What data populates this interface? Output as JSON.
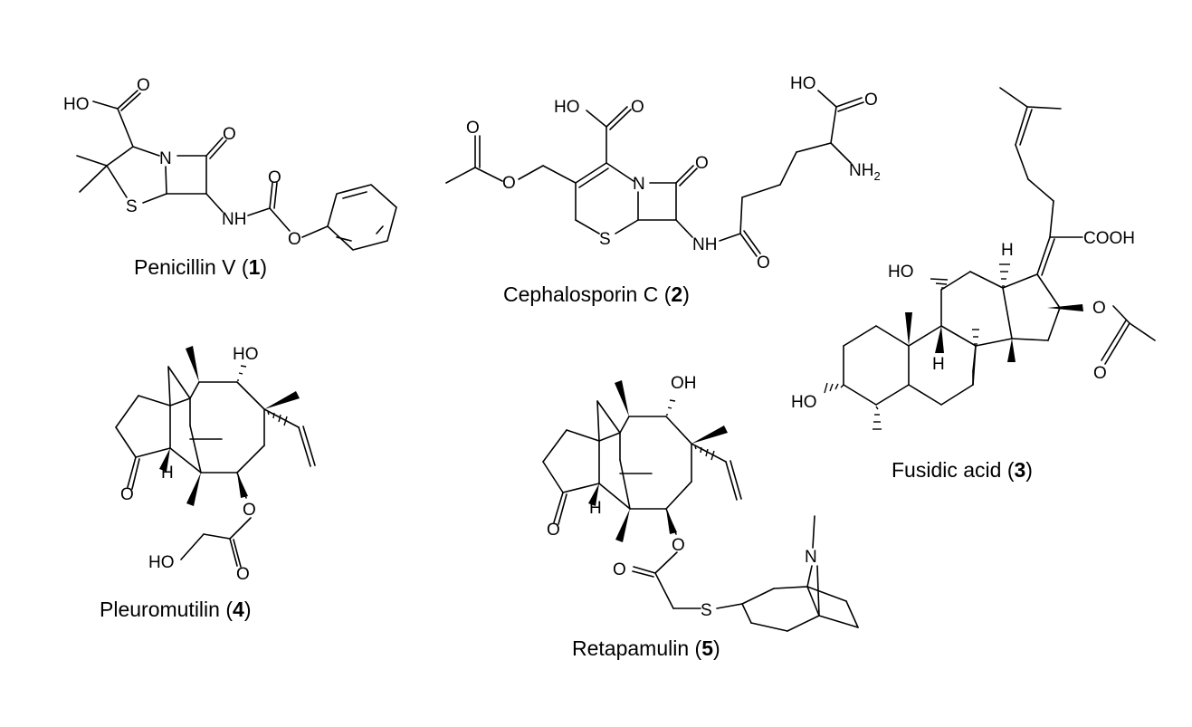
{
  "compounds": [
    {
      "name": "Penicillin V",
      "number": "1"
    },
    {
      "name": "Cephalosporin C",
      "number": "2"
    },
    {
      "name": "Fusidic acid",
      "number": "3"
    },
    {
      "name": "Pleuromutilin",
      "number": "4"
    },
    {
      "name": "Retapamulin",
      "number": "5"
    }
  ],
  "atom_labels": {
    "oh_left": "HO",
    "oh_right": "OH",
    "o": "O",
    "n": "N",
    "s": "S",
    "nh": "NH",
    "nh2_n": "NH",
    "nh2_sub": "2",
    "h": "H",
    "cooh": "COOH"
  }
}
